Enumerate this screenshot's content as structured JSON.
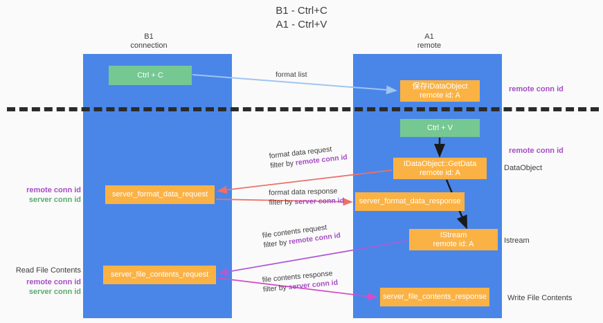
{
  "title": {
    "line1": "B1 - Ctrl+C",
    "line2": "A1 - Ctrl+V"
  },
  "columns": {
    "left": {
      "name": "B1",
      "role": "connection"
    },
    "right": {
      "name": "A1",
      "role": "remote"
    }
  },
  "colors": {
    "lane": "#4a86e8",
    "box_orange": "#fbb244",
    "box_green": "#76c893",
    "accent_purple": "#a64dc4",
    "accent_green": "#5aab6e",
    "arrow_blue": "#9fc5f0",
    "arrow_red": "#ef6f68",
    "arrow_magenta": "#d44ec8",
    "arrow_purple": "#b05ad6",
    "arrow_black": "#1a1a1a",
    "page_bg": "#fafafa",
    "text": "#3c3c3c"
  },
  "boxes": {
    "ctrl_c": {
      "label": "Ctrl + C",
      "color": "green",
      "lane": "left"
    },
    "idataobject": {
      "line1": "保存IDataObject",
      "line2": "remote id: A",
      "color": "orange",
      "lane": "right"
    },
    "ctrl_v": {
      "label": "Ctrl + V",
      "color": "green",
      "lane": "right"
    },
    "getdata": {
      "line1": "IDataObject::GetData",
      "line2": "remote id: A",
      "color": "orange",
      "lane": "right"
    },
    "server_format_data_request": {
      "label": "server_format_data_request",
      "color": "orange",
      "lane": "left"
    },
    "server_format_data_response": {
      "label": "server_format_data_response",
      "color": "orange",
      "lane": "right"
    },
    "istream": {
      "line1": "IStream",
      "line2": "remote id: A",
      "color": "orange",
      "lane": "right"
    },
    "server_file_contents_request": {
      "label": "server_file_contents_request",
      "color": "orange",
      "lane": "left"
    },
    "server_file_contents_response": {
      "label": "server_file_contents_response",
      "color": "orange",
      "lane": "right"
    }
  },
  "flows": {
    "format_list": {
      "label": "format list"
    },
    "format_data_request": {
      "line1": "format data request",
      "filter_prefix": "filter by ",
      "filter_key": "remote conn id"
    },
    "format_data_response": {
      "line1": "format data response",
      "filter_prefix": "filter by ",
      "filter_key": "server conn id"
    },
    "file_contents_request": {
      "line1": "file contents request",
      "filter_prefix": "filter by ",
      "filter_key": "remote conn id"
    },
    "file_contents_response": {
      "line1": "file contents response",
      "filter_prefix": "filter by ",
      "filter_key": "server conn id"
    }
  },
  "annotations": {
    "remote_conn_id_top": "remote conn id",
    "remote_conn_id_mid": "remote conn id",
    "dataobject": "DataObject",
    "istream": "Istream",
    "write_file_contents": "Write File Contents",
    "read_file_contents": "Read File Contents",
    "left_remote_conn_id": "remote conn id",
    "left_server_conn_id": "server conn id",
    "left_remote_conn_id_2": "remote conn id",
    "left_server_conn_id_2": "server conn id"
  }
}
